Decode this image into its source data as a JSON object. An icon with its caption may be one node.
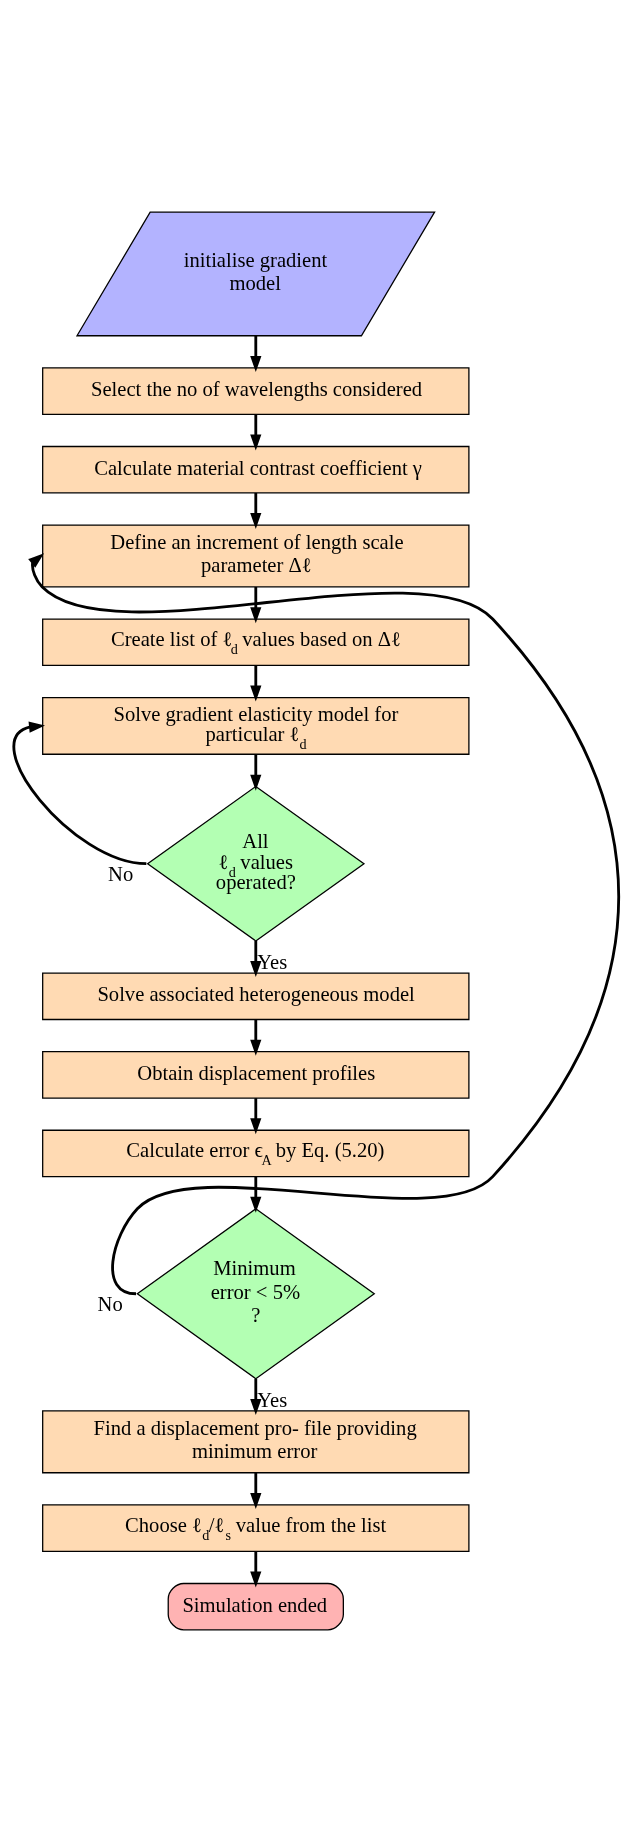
{
  "diagram": {
    "nodes": [
      {
        "text": [
          "initialise gradient model"
        ]
      },
      {
        "text": [
          "Select the no of wavelengths considered"
        ]
      },
      {
        "text": [
          "Calculate material contrast coefficient γ"
        ]
      },
      {
        "text": [
          "Define an increment of length scale parameter Δℓ"
        ]
      },
      {
        "text": [
          "Create list of ℓ$_{d}$ values based on Δℓ"
        ]
      },
      {
        "text": [
          "Solve gradient elasticity model for particular ℓ$_{d}$"
        ]
      },
      {
        "text": [
          "All ℓ$_{d}$ values operated?"
        ]
      },
      {
        "text": [
          "Solve associated heterogeneous model"
        ]
      },
      {
        "text": [
          "Obtain displacement profiles"
        ]
      },
      {
        "text": [
          "Calculate error ϵ$_{A}$ by Eq. (5.20)"
        ]
      },
      {
        "text": [
          "Minimum error < 5% ?"
        ]
      },
      {
        "text": [
          "Find a displacement pro- file providing minimum error"
        ]
      },
      {
        "text": [
          "Choose ℓ$_{d}$/ℓ$_{s}$ value from the list"
        ]
      },
      {
        "text": [
          "Simulation ended"
        ]
      }
    ],
    "edges": [
      {
        "from": 0,
        "to": 1,
        "arrow": "to"
      },
      {
        "from": 1,
        "to": 2,
        "arrow": "to"
      },
      {
        "from": 2,
        "to": 3,
        "arrow": "to"
      },
      {
        "from": 3,
        "to": 4,
        "arrow": "to"
      },
      {
        "from": 4,
        "to": 5,
        "arrow": "to"
      },
      {
        "from": 5,
        "to": 6,
        "arrow": "to"
      },
      {
        "from": 6,
        "to": 5,
        "arrow": "to",
        "label": "No"
      },
      {
        "from": 6,
        "to": 7,
        "arrow": "to",
        "label": "Yes"
      },
      {
        "from": 7,
        "to": 8,
        "arrow": "to"
      },
      {
        "from": 8,
        "to": 9,
        "arrow": "to"
      },
      {
        "from": 9,
        "to": 10,
        "arrow": "to"
      },
      {
        "from": 10,
        "to": 3,
        "arrow": "to",
        "label": "No"
      },
      {
        "from": 10,
        "to": 11,
        "arrow": "to",
        "label": "Yes"
      },
      {
        "from": 11,
        "to": 12,
        "arrow": "to"
      },
      {
        "from": 12,
        "to": 13,
        "arrow": "to"
      }
    ]
  }
}
